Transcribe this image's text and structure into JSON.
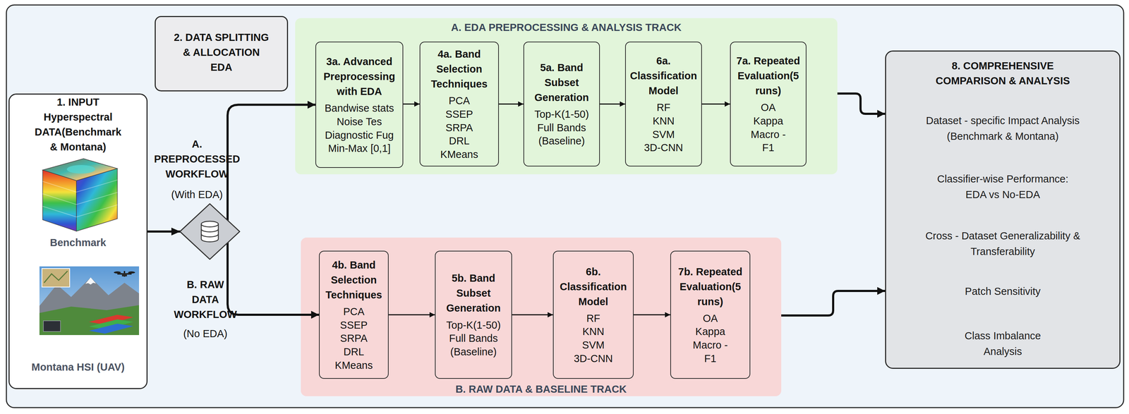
{
  "diagram": {
    "nodes": [
      {
        "text": [
          "1. INPUT Hyperspectral DATA(Benchmark & Montana)",
          "Benchmark",
          "Montana HSI (UAV)"
        ]
      },
      {
        "text": [
          "2. DATA SPLITTING & ALLOCATION EDA"
        ]
      },
      {
        "text": [
          "A. EDA PREPROCESSING & ANALYSIS TRACK"
        ]
      },
      {
        "text": [
          "3a. Advanced Preprocessing with EDA",
          "Bandwise stats",
          "Noise Tes",
          "Diagnostic Fug",
          "Min-Max [0,1]"
        ],
        "in": 2
      },
      {
        "text": [
          "4a. Band Selection Techniques",
          "PCA",
          "SSEP",
          "SRPA",
          "DRL",
          "KMeans"
        ],
        "in": 2
      },
      {
        "text": [
          "5a. Band Subset Generation",
          "Top-K(1-50)",
          "Full Bands (Baseline)"
        ],
        "in": 2
      },
      {
        "text": [
          "6a. Classification Model",
          "RF",
          "KNN",
          "SVM",
          "3D-CNN"
        ],
        "in": 2
      },
      {
        "text": [
          "7a. Repeated Evaluation(5 runs)",
          "OA",
          "Kappa",
          "Macro - F1"
        ],
        "in": 2
      },
      {
        "text": [
          "B. RAW DATA & BASELINE TRACK"
        ]
      },
      {
        "text": [
          "4b. Band Selection Techniques",
          "PCA",
          "SSEP",
          "SRPA",
          "DRL",
          "KMeans"
        ],
        "in": 8
      },
      {
        "text": [
          "5b. Band Subset Generation",
          "Top-K(1-50)",
          "Full Bands (Baseline)"
        ],
        "in": 8
      },
      {
        "text": [
          "6b. Classification Model",
          "RF",
          "KNN",
          "SVM",
          "3D-CNN"
        ],
        "in": 8
      },
      {
        "text": [
          "7b. Repeated Evaluation(5 runs)",
          "OA",
          "Kappa",
          "Macro - F1"
        ],
        "in": 8
      },
      {
        "text": [
          "8. COMPREHENSIVE COMPARISON & ANALYSIS",
          "Dataset - specific Impact Analysis (Benchmark & Montana)",
          "Classifier-wise Performance: EDA vs No-EDA",
          "Cross - Dataset Generalizability & Transferability",
          "Patch Sensitivity",
          "Class Imbalance Analysis"
        ]
      }
    ],
    "edges": [
      {
        "from": 0,
        "to": 3,
        "arrow": "to"
      },
      {
        "from": 0,
        "to": 9,
        "arrow": "to"
      },
      {
        "from": 3,
        "to": 4,
        "arrow": "to"
      },
      {
        "from": 4,
        "to": 5,
        "arrow": "to"
      },
      {
        "from": 5,
        "to": 6,
        "arrow": "to"
      },
      {
        "from": 6,
        "to": 7,
        "arrow": "to"
      },
      {
        "from": 9,
        "to": 10,
        "arrow": "to"
      },
      {
        "from": 10,
        "to": 11,
        "arrow": "to"
      },
      {
        "from": 11,
        "to": 12,
        "arrow": "to"
      },
      {
        "from": 2,
        "to": 13,
        "arrow": "to"
      },
      {
        "from": 8,
        "to": 13,
        "arrow": "to"
      }
    ],
    "labels": [
      "A. PREPROCESSED WORKFLOW",
      "(With EDA)",
      "B. RAW DATA WORKFLOW",
      "(No EDA)"
    ]
  }
}
